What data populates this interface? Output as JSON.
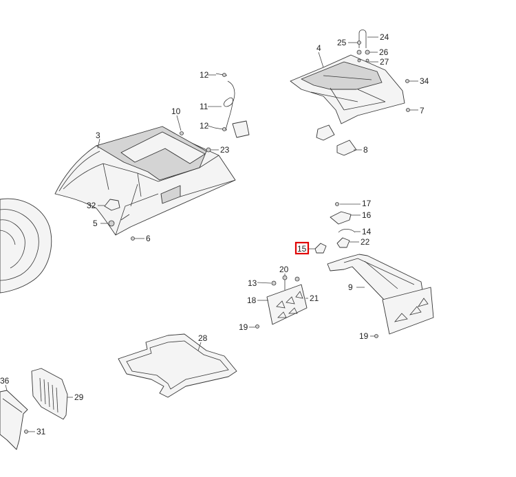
{
  "diagram": {
    "type": "exploded-parts",
    "callouts": [
      {
        "id": "c3",
        "label": "3",
        "highlight": false
      },
      {
        "id": "c4",
        "label": "4",
        "highlight": false
      },
      {
        "id": "c5",
        "label": "5",
        "highlight": false
      },
      {
        "id": "c6",
        "label": "6",
        "highlight": false
      },
      {
        "id": "c7",
        "label": "7",
        "highlight": false
      },
      {
        "id": "c8",
        "label": "8",
        "highlight": false
      },
      {
        "id": "c9",
        "label": "9",
        "highlight": false
      },
      {
        "id": "c10",
        "label": "10",
        "highlight": false
      },
      {
        "id": "c11",
        "label": "11",
        "highlight": false
      },
      {
        "id": "c12a",
        "label": "12",
        "highlight": false
      },
      {
        "id": "c12b",
        "label": "12",
        "highlight": false
      },
      {
        "id": "c13",
        "label": "13",
        "highlight": false
      },
      {
        "id": "c14",
        "label": "14",
        "highlight": false
      },
      {
        "id": "c15",
        "label": "15",
        "highlight": true
      },
      {
        "id": "c16",
        "label": "16",
        "highlight": false
      },
      {
        "id": "c17",
        "label": "17",
        "highlight": false
      },
      {
        "id": "c18",
        "label": "18",
        "highlight": false
      },
      {
        "id": "c19a",
        "label": "19",
        "highlight": false
      },
      {
        "id": "c19b",
        "label": "19",
        "highlight": false
      },
      {
        "id": "c20",
        "label": "20",
        "highlight": false
      },
      {
        "id": "c21",
        "label": "21",
        "highlight": false
      },
      {
        "id": "c22",
        "label": "22",
        "highlight": false
      },
      {
        "id": "c23",
        "label": "23",
        "highlight": false
      },
      {
        "id": "c24",
        "label": "24",
        "highlight": false
      },
      {
        "id": "c25",
        "label": "25",
        "highlight": false
      },
      {
        "id": "c26",
        "label": "26",
        "highlight": false
      },
      {
        "id": "c27",
        "label": "27",
        "highlight": false
      },
      {
        "id": "c28",
        "label": "28",
        "highlight": false
      },
      {
        "id": "c29",
        "label": "29",
        "highlight": false
      },
      {
        "id": "c31",
        "label": "31",
        "highlight": false
      },
      {
        "id": "c32",
        "label": "32",
        "highlight": false
      },
      {
        "id": "c34",
        "label": "34",
        "highlight": false
      },
      {
        "id": "c36",
        "label": "36",
        "highlight": false
      }
    ],
    "highlight_color": "#e00000"
  }
}
